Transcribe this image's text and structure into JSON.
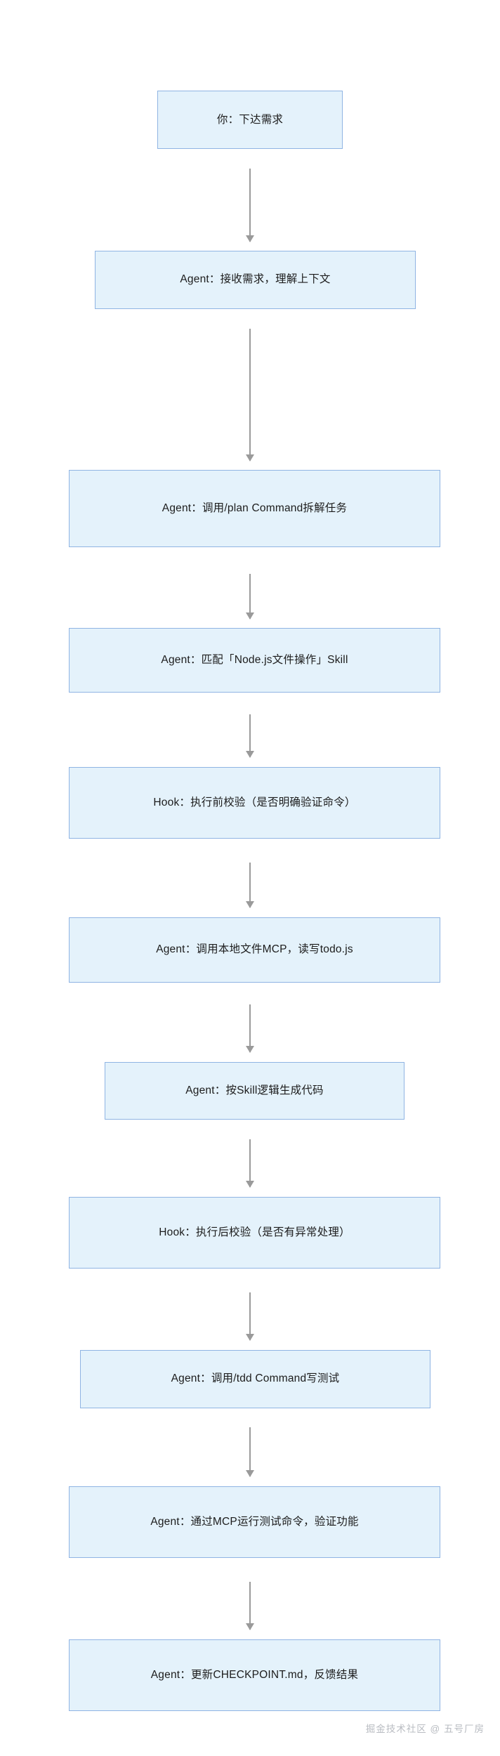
{
  "diagram": {
    "type": "flowchart",
    "direction": "top-to-bottom",
    "theme": {
      "node_fill": "#e4f2fb",
      "node_border": "#8fb4e3",
      "edge_color": "#9a9a9a",
      "text_color": "#1c1c1c",
      "background": "#ffffff",
      "watermark_color": "#b9bcc2"
    },
    "nodes": [
      {
        "id": "n1",
        "label": "你：下达需求"
      },
      {
        "id": "n2",
        "label": "Agent：接收需求，理解上下文"
      },
      {
        "id": "n3",
        "label": "Agent：调用/plan Command拆解任务"
      },
      {
        "id": "n4",
        "label": "Agent：匹配「Node.js文件操作」Skill"
      },
      {
        "id": "n5",
        "label": "Hook：执行前校验（是否明确验证命令）"
      },
      {
        "id": "n6",
        "label": "Agent：调用本地文件MCP，读写todo.js"
      },
      {
        "id": "n7",
        "label": "Agent：按Skill逻辑生成代码"
      },
      {
        "id": "n8",
        "label": "Hook：执行后校验（是否有异常处理）"
      },
      {
        "id": "n9",
        "label": "Agent：调用/tdd Command写测试"
      },
      {
        "id": "n10",
        "label": "Agent：通过MCP运行测试命令，验证功能"
      },
      {
        "id": "n11",
        "label": "Agent：更新CHECKPOINT.md，反馈结果"
      }
    ],
    "edges": [
      {
        "from": "n1",
        "to": "n2"
      },
      {
        "from": "n2",
        "to": "n3"
      },
      {
        "from": "n3",
        "to": "n4"
      },
      {
        "from": "n4",
        "to": "n5"
      },
      {
        "from": "n5",
        "to": "n6"
      },
      {
        "from": "n6",
        "to": "n7"
      },
      {
        "from": "n7",
        "to": "n8"
      },
      {
        "from": "n8",
        "to": "n9"
      },
      {
        "from": "n9",
        "to": "n10"
      },
      {
        "from": "n10",
        "to": "n11"
      }
    ]
  },
  "watermark": {
    "text": "掘金技术社区 @ 五号厂房"
  }
}
